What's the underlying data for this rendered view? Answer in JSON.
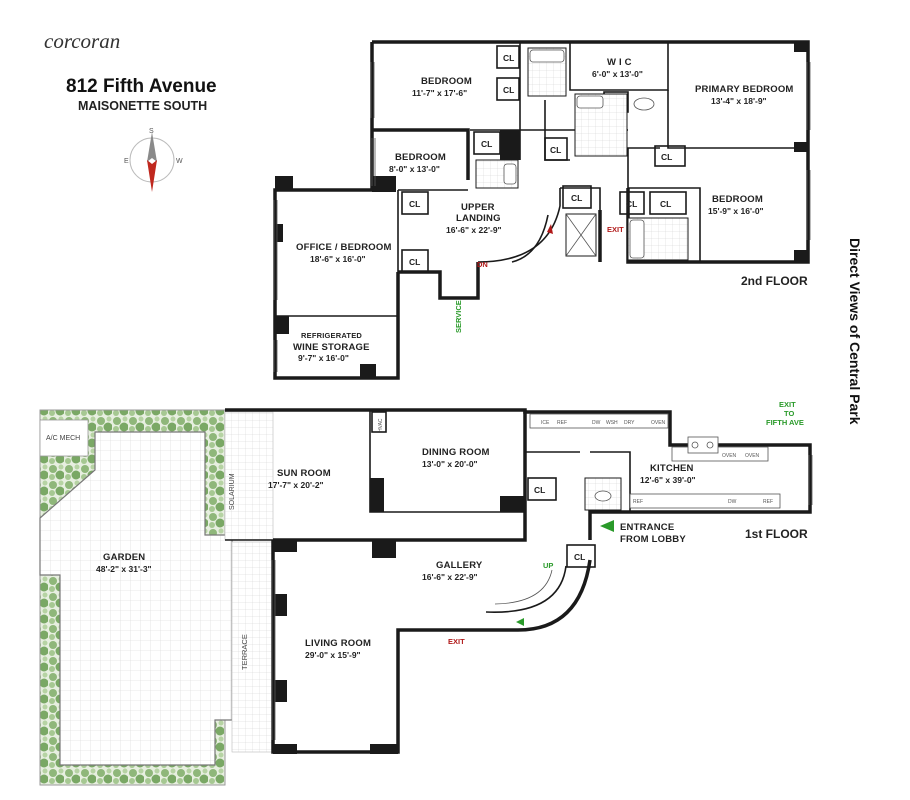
{
  "brand": "corcoran",
  "address": "812 Fifth Avenue",
  "unit": "MAISONETTE SOUTH",
  "compass": {
    "n": "S",
    "e": "E",
    "w": "W"
  },
  "side_label": "Direct Views of Central Park",
  "floors": {
    "second": "2nd FLOOR",
    "first": "1st FLOOR"
  },
  "rooms": {
    "bedroom_a": {
      "name": "BEDROOM",
      "dim": "11'-7\" x 17'-6\""
    },
    "wic": {
      "name": "W I C",
      "dim": "6'-0\" x 13'-0\""
    },
    "primary": {
      "name": "PRIMARY BEDROOM",
      "dim": "13'-4\" x 18'-9\""
    },
    "bedroom_b": {
      "name": "BEDROOM",
      "dim": "8'-0\" x 13'-0\""
    },
    "upper": {
      "name1": "UPPER",
      "name2": "LANDING",
      "dim": "16'-6\" x 22'-9\""
    },
    "bedroom_c": {
      "name": "BEDROOM",
      "dim": "15'-9\" x 16'-0\""
    },
    "office": {
      "name": "OFFICE / BEDROOM",
      "dim": "18'-6\" x 16'-0\""
    },
    "wine": {
      "name1": "REFRIGERATED",
      "name2": "WINE STORAGE",
      "dim": "9'-7\" x 16'-0\""
    },
    "sun": {
      "name": "SUN ROOM",
      "dim": "17'-7\" x 20'-2\""
    },
    "dining": {
      "name": "DINING ROOM",
      "dim": "13'-0\" x 20'-0\""
    },
    "kitchen": {
      "name": "KITCHEN",
      "dim": "12'-6\" x 39'-0\""
    },
    "garden": {
      "name": "GARDEN",
      "dim": "48'-2\" x 31'-3\""
    },
    "gallery": {
      "name": "GALLERY",
      "dim": "16'-6\" x 22'-9\""
    },
    "living": {
      "name": "LIVING ROOM",
      "dim": "29'-0\" x 15'-9\""
    }
  },
  "labels": {
    "cl": "CL",
    "exit": "EXIT",
    "dn": "DN",
    "up": "UP",
    "service": "SERVICE",
    "exit_fifth_1": "EXIT",
    "exit_fifth_2": "TO",
    "exit_fifth_3": "FIFTH AVE",
    "entrance_1": "ENTRANCE",
    "entrance_2": "FROM LOBBY",
    "solarium": "SOLARIUM",
    "terrace": "TERRACE",
    "ac_mech": "A/C MECH",
    "hvac": "HVAC",
    "oven": "OVEN",
    "ref": "REF",
    "dw": "DW",
    "wsh": "WSH",
    "dry": "DRY",
    "ice": "ICE"
  },
  "colors": {
    "accent_red": "#b01818",
    "accent_green": "#2a9a2a",
    "shrub": "#6f9a5a"
  }
}
